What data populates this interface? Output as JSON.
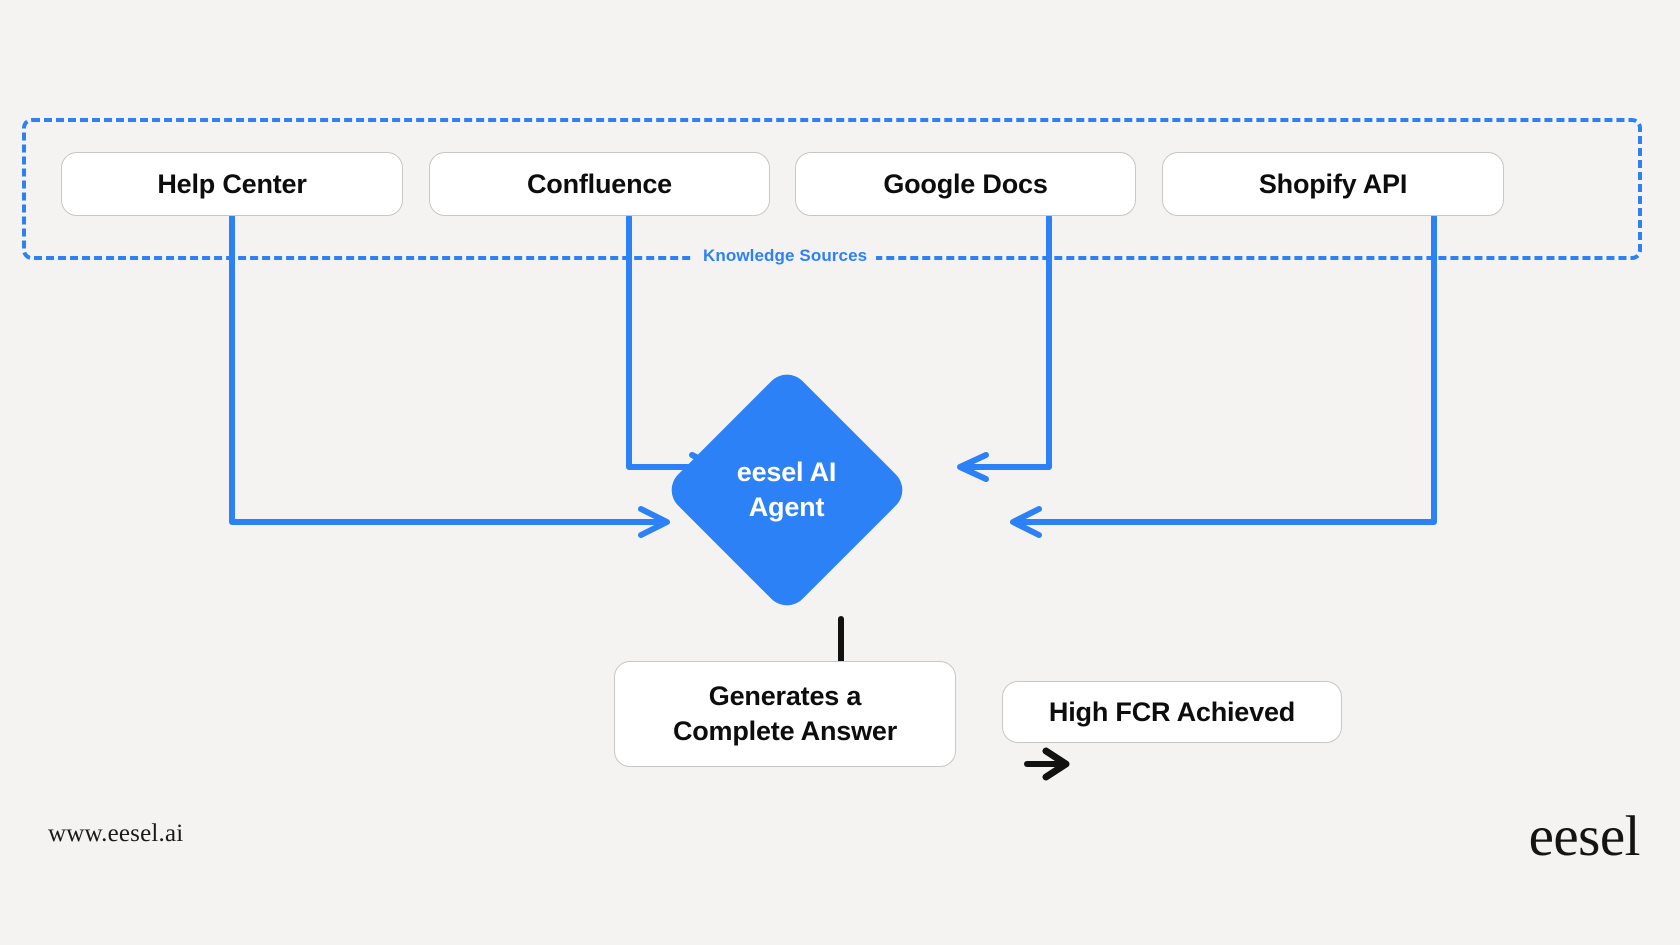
{
  "canvas": {
    "background_color": "#f4f3f1",
    "accent_color": "#2d81f7",
    "text_color": "#0d0d0d",
    "box_fill": "#ffffff",
    "box_border": "#c9c7c3"
  },
  "knowledge_group": {
    "label": "Knowledge Sources",
    "border_style": "dashed",
    "border_color": "#2d81f7",
    "sources": [
      {
        "label": "Help Center"
      },
      {
        "label": "Confluence"
      },
      {
        "label": "Google Docs"
      },
      {
        "label": "Shopify API"
      }
    ]
  },
  "agent": {
    "label": "eesel AI\nAgent",
    "line1": "eesel AI",
    "line2": "Agent",
    "shape": "diamond",
    "fill": "#2d81f7",
    "text_color": "#ffffff"
  },
  "outcomes": [
    {
      "label_line1": "Generates a",
      "label_line2": "Complete Answer"
    },
    {
      "label": "High FCR Achieved"
    }
  ],
  "connectors": [
    {
      "from": "Help Center",
      "to": "eesel AI Agent",
      "color": "#2d81f7",
      "arrow": "right"
    },
    {
      "from": "Confluence",
      "to": "eesel AI Agent",
      "color": "#2d81f7",
      "arrow": "right"
    },
    {
      "from": "Google Docs",
      "to": "eesel AI Agent",
      "color": "#2d81f7",
      "arrow": "left"
    },
    {
      "from": "Shopify API",
      "to": "eesel AI Agent",
      "color": "#2d81f7",
      "arrow": "left"
    },
    {
      "from": "eesel AI Agent",
      "to": "Generates a Complete Answer",
      "color": "#111111",
      "arrow": "down"
    },
    {
      "from": "Generates a Complete Answer",
      "to": "High FCR Achieved",
      "color": "#111111",
      "arrow": "right"
    }
  ],
  "footer": {
    "url": "www.eesel.ai",
    "logo": "eesel"
  }
}
